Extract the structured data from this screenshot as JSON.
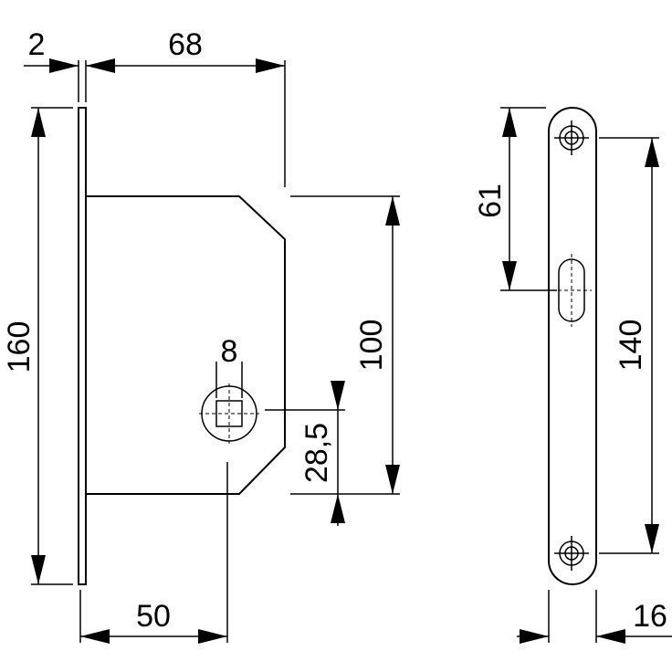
{
  "dimensions": {
    "faceplate_thickness": "2",
    "backset_depth": "68",
    "lock_height": "160",
    "case_height": "100",
    "spindle_square": "8",
    "spindle_offset": "28,5",
    "backset": "50",
    "screw_to_keyhole": "61",
    "screw_spacing": "140",
    "faceplate_width": "16"
  },
  "colors": {
    "ink": "#000000",
    "background": "#ffffff"
  }
}
